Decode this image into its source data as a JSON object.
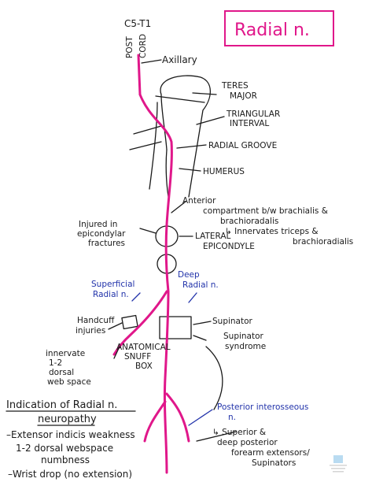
{
  "title": "Radial n.",
  "root": "C5-T1",
  "cord": [
    "POST",
    "CORD"
  ],
  "labels": {
    "axillary": "Axillary",
    "teres_major": [
      "TERES",
      "MAJOR"
    ],
    "triangular_interval": [
      "TRIANGULAR",
      "INTERVAL"
    ],
    "radial_groove": "RADIAL GROOVE",
    "humerus": "HUMERUS",
    "anterior": "Anterior",
    "compartment": "compartment b/w brachialis &",
    "brachioradialis": "brachioradalis",
    "innervates": "↳ Innervates triceps &",
    "innervates2": "brachioradialis",
    "injured": [
      "Injured in",
      "epicondylar",
      "fractures"
    ],
    "lateral_epicondyle": [
      "LATERAL",
      "EPICONDYLE"
    ],
    "superficial": [
      "Superficial",
      "Radial n."
    ],
    "deep": [
      "Deep",
      "Radial n."
    ],
    "handcuff": [
      "Handcuff",
      "injuries"
    ],
    "supinator": "Supinator",
    "supinator_syndrome": [
      "Supinator",
      "syndrome"
    ],
    "innervate_web": [
      "innervate",
      "1-2",
      "dorsal",
      "web space"
    ],
    "snuff_box": [
      "ANATOMICAL",
      "SNUFF",
      "BOX"
    ],
    "posterior_interosseous": [
      "Posterior interosseous",
      "n."
    ],
    "pin_branches": [
      "↳ Superior &",
      "deep posterior",
      "forearm extensors/",
      "Supinators"
    ]
  },
  "indications": {
    "heading": [
      "Indication of Radial n.",
      "neuropathy"
    ],
    "items": [
      "–Extensor indicis weakness",
      "1-2 dorsal webspace",
      "numbness",
      "–Wrist drop (no extension)"
    ]
  },
  "colors": {
    "nerve": "#e0178a",
    "blue_ink": "#2233aa",
    "ink": "#1a1a1a"
  }
}
